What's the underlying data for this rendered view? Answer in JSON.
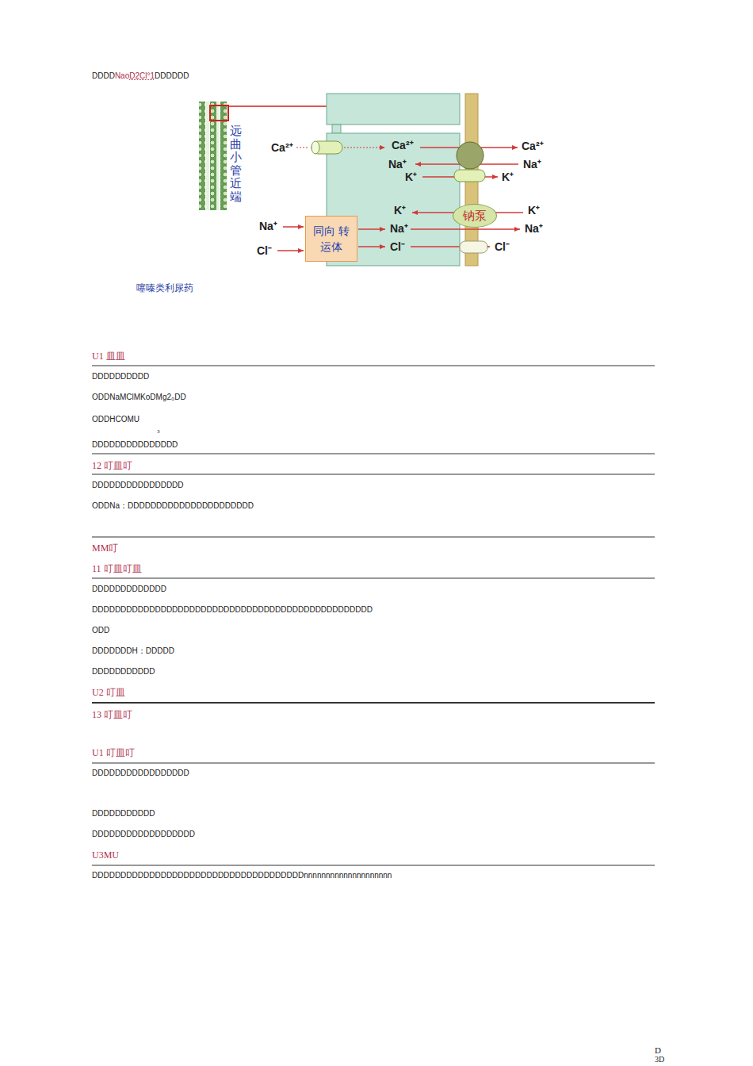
{
  "diagram": {
    "nodes": [
      {
        "text": [
          "远曲小管近端"
        ]
      },
      {
        "text": [
          "同向 转运体"
        ]
      },
      {
        "text": [
          "钠泵"
        ]
      }
    ],
    "labels": [
      "DDDD",
      "Nao",
      "D2Cl°1",
      "DDDDDD",
      "Ca²⁺",
      "Ca²⁺",
      "Ca²⁺",
      "Na⁺",
      "Na⁺",
      "K⁺",
      "K⁺",
      "K⁺",
      "K⁺",
      "Na⁺",
      "Na⁺",
      "Na⁺",
      "Cl⁻",
      "Cl⁻",
      "Cl⁻",
      "噻嗪类利尿药",
      "U1 皿皿",
      "DDDDDDDDDD",
      "ODDNaMClMKoDMg2₀DD",
      "ODDHCOMU",
      "3",
      "DDDDDDDDDDDDDDD",
      "12 叮皿叮",
      "DDDDDDDDDDDDDDDD",
      "ODDNa：DDDDDDDDDDDDDDDDDDDDDD",
      "MM叮",
      "11 叮皿叮皿",
      "DDDDDDDDDDDDD",
      "DDDDDDDDDDDDDDDDDDDDDDDDDDDDDDDDDDDDDDDDDDDDDDDDD",
      "ODD",
      "DDDDDDDH：DDDDD",
      "DDDDDDDDDDD",
      "U2 叮皿",
      "13 叮皿叮",
      "U1 叮皿叮",
      "DDDDDDDDDDDDDDDDD",
      "DDDDDDDDDDD",
      "DDDDDDDDDDDDDDDDDD",
      "U3MU",
      "DDDDDDDDDDDDDDDDDDDDDDDDDDDDDDDDDDDDDnnnnnnnnnnnnnnnnnnnn",
      "D",
      "3D"
    ]
  }
}
